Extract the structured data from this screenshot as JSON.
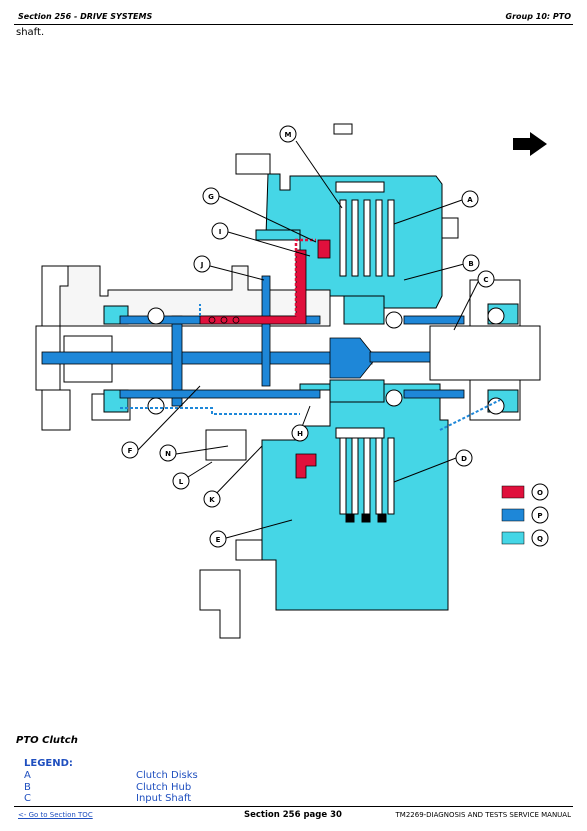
{
  "header": {
    "left": "Section 256 - DRIVE SYSTEMS",
    "right": "Group 10: PTO"
  },
  "lead_text": "shaft.",
  "diagram": {
    "callouts": [
      "M",
      "G",
      "I",
      "J",
      "A",
      "B",
      "C",
      "F",
      "N",
      "L",
      "K",
      "H",
      "D",
      "E"
    ],
    "pressure_key": [
      {
        "label": "O",
        "color": "#e0103c"
      },
      {
        "label": "P",
        "color": "#1e87d8"
      },
      {
        "label": "Q",
        "color": "#45d6e6"
      }
    ],
    "direction_icon": "arrow-right-icon"
  },
  "caption": "PTO Clutch",
  "legend": {
    "title": "LEGEND:",
    "items": [
      {
        "key": "A",
        "value": "Clutch Disks"
      },
      {
        "key": "B",
        "value": "Clutch Hub"
      },
      {
        "key": "C",
        "value": "Input Shaft"
      }
    ]
  },
  "footer": {
    "toc_link": "<- Go to Section TOC",
    "page": "Section 256 page 30",
    "manual": "TM2269-DIAGNOSIS AND TESTS SERVICE MANUAL"
  }
}
